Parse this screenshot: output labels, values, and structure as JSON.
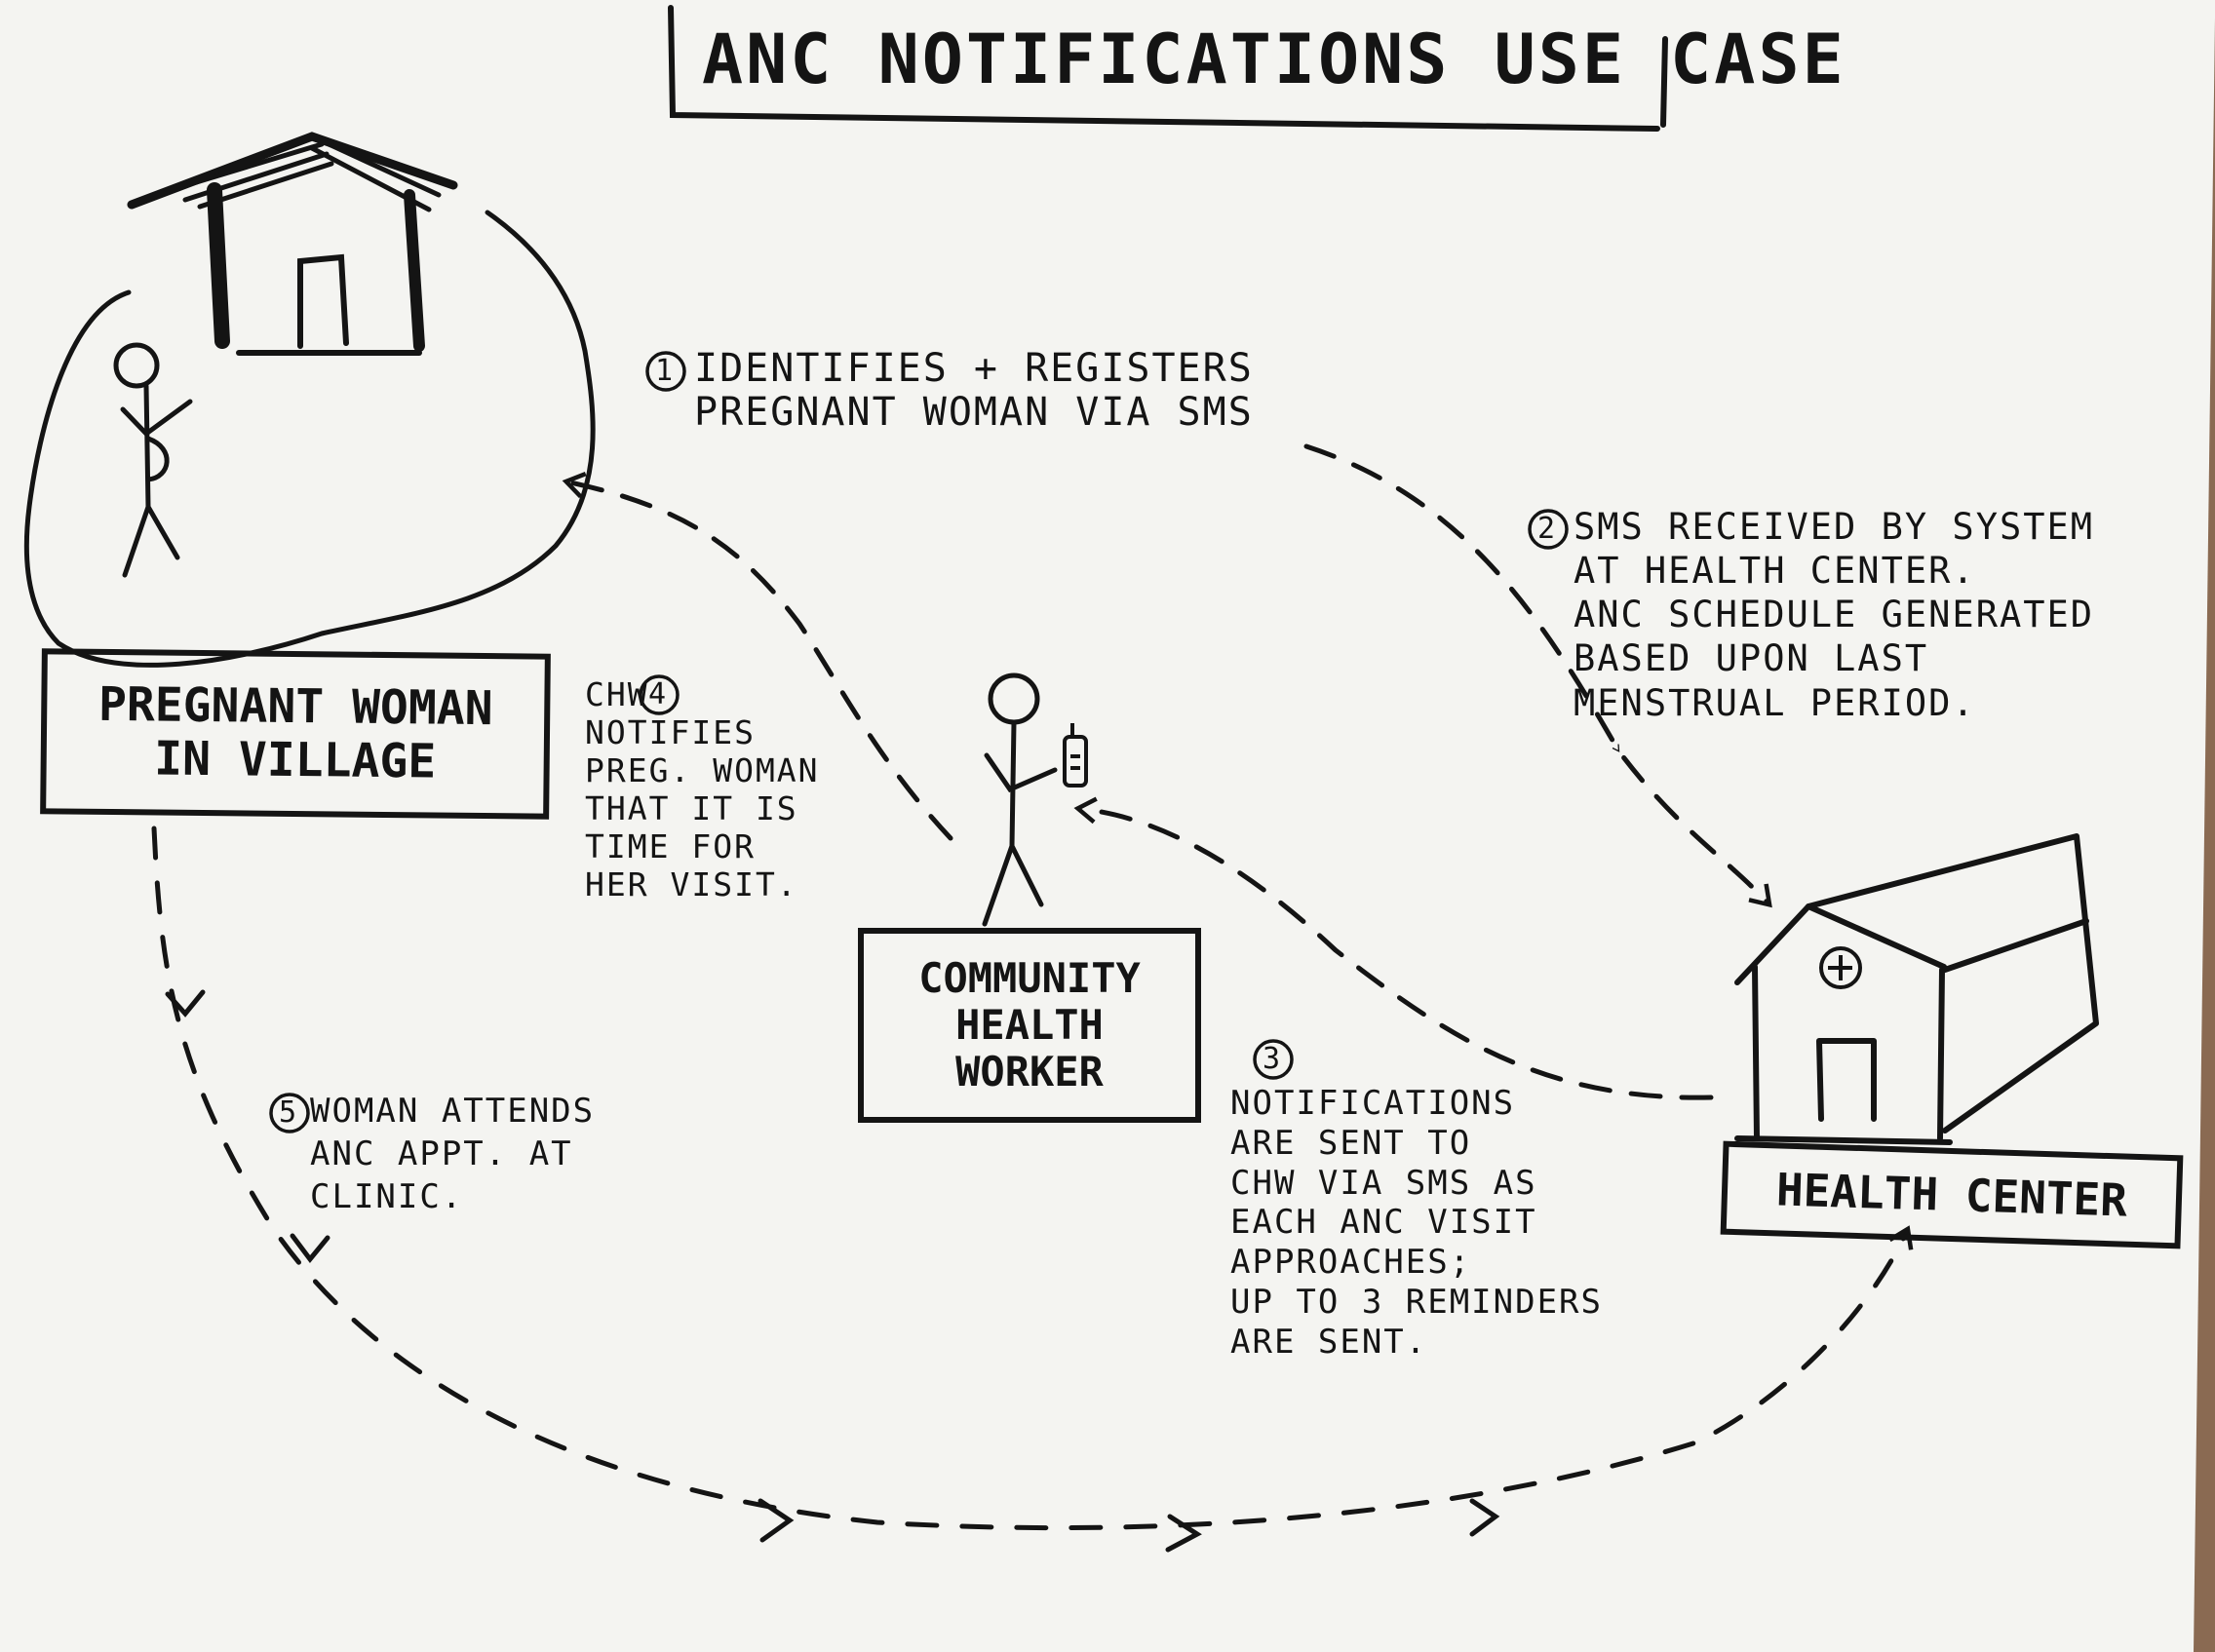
{
  "title": "ANC NOTIFICATIONS USE CASE",
  "nodes": {
    "woman": "PREGNANT WOMAN\nIN VILLAGE",
    "chw": "COMMUNITY\nHEALTH\nWORKER",
    "health_center": "HEALTH CENTER"
  },
  "steps": [
    {
      "num": "1",
      "text": "IDENTIFIES + REGISTERS\nPREGNANT WOMAN VIA SMS"
    },
    {
      "num": "2",
      "text": "SMS RECEIVED BY SYSTEM\nAT HEALTH CENTER.\n ANC SCHEDULE GENERATED\n  BASED UPON LAST\n   MENSTRUAL PERIOD."
    },
    {
      "num": "3",
      "text": "NOTIFICATIONS\nARE SENT TO\nCHW VIA SMS AS\nEACH ANC VISIT\nAPPROACHES;\nUP TO 3 REMINDERS\nARE SENT."
    },
    {
      "num": "4",
      "text": "CHW\nNOTIFIES\nPREG. WOMAN\nTHAT IT IS\nTIME FOR\nHER VISIT."
    },
    {
      "num": "5",
      "text": "WOMAN ATTENDS\nANC APPT. AT\n  CLINIC."
    }
  ],
  "colors": {
    "ink": "#141414",
    "paper": "#f4f4f1",
    "background": "#8a6a52"
  },
  "icons": [
    "house-icon",
    "stick-figure-woman-icon",
    "stick-figure-chw-icon",
    "mobile-phone-icon",
    "health-center-building-icon",
    "plus-sign-icon"
  ]
}
